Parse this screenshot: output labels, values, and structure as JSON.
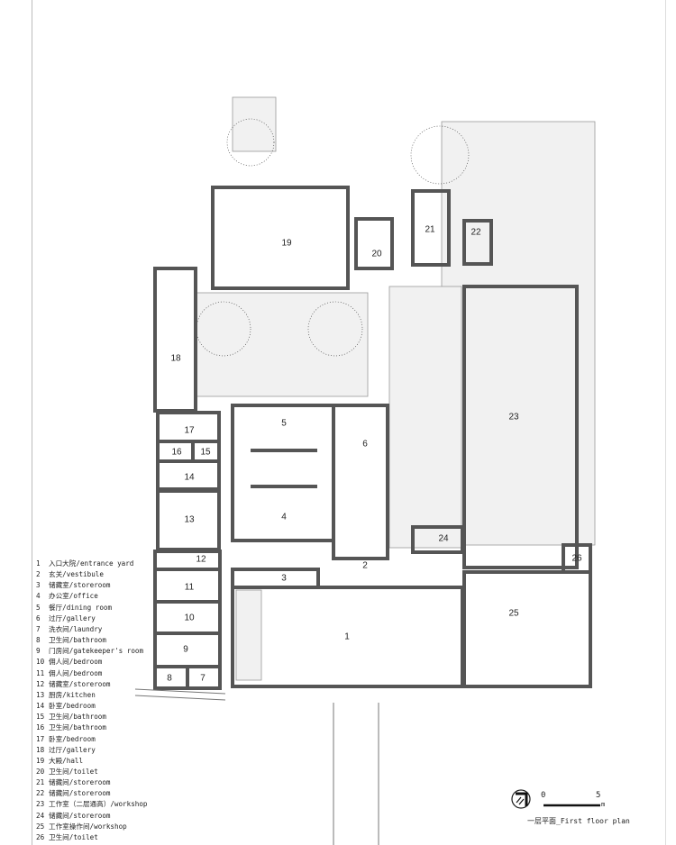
{
  "rooms": [
    {
      "no": "1",
      "name": "入口大院/entrance yard"
    },
    {
      "no": "2",
      "name": "玄关/vestibule"
    },
    {
      "no": "3",
      "name": "储藏室/storeroom"
    },
    {
      "no": "4",
      "name": "办公室/office"
    },
    {
      "no": "5",
      "name": "餐厅/dining room"
    },
    {
      "no": "6",
      "name": "过厅/gallery"
    },
    {
      "no": "7",
      "name": "洗衣间/laundry"
    },
    {
      "no": "8",
      "name": "卫生间/bathroom"
    },
    {
      "no": "9",
      "name": "门房间/gatekeeper's room"
    },
    {
      "no": "10",
      "name": "佣人间/bedroom"
    },
    {
      "no": "11",
      "name": "佣人间/bedroom"
    },
    {
      "no": "12",
      "name": "储藏室/storeroom"
    },
    {
      "no": "13",
      "name": "厨房/kitchen"
    },
    {
      "no": "14",
      "name": "卧室/bedroom"
    },
    {
      "no": "15",
      "name": "卫生间/bathroom"
    },
    {
      "no": "16",
      "name": "卫生间/bathroom"
    },
    {
      "no": "17",
      "name": "卧室/bedroom"
    },
    {
      "no": "18",
      "name": "过厅/gallery"
    },
    {
      "no": "19",
      "name": "大殿/hall"
    },
    {
      "no": "20",
      "name": "卫生间/toilet"
    },
    {
      "no": "21",
      "name": "储藏间/storeroom"
    },
    {
      "no": "22",
      "name": "储藏间/storeroom"
    },
    {
      "no": "23",
      "name": "工作室（二层通高）/workshop"
    },
    {
      "no": "24",
      "name": "储藏间/storeroom"
    },
    {
      "no": "25",
      "name": "工作室操作间/workshop"
    },
    {
      "no": "26",
      "name": "卫生间/toilet"
    }
  ],
  "scale": {
    "start": "0",
    "end": "5",
    "unit": "m"
  },
  "title": "一层平面_First floor plan"
}
